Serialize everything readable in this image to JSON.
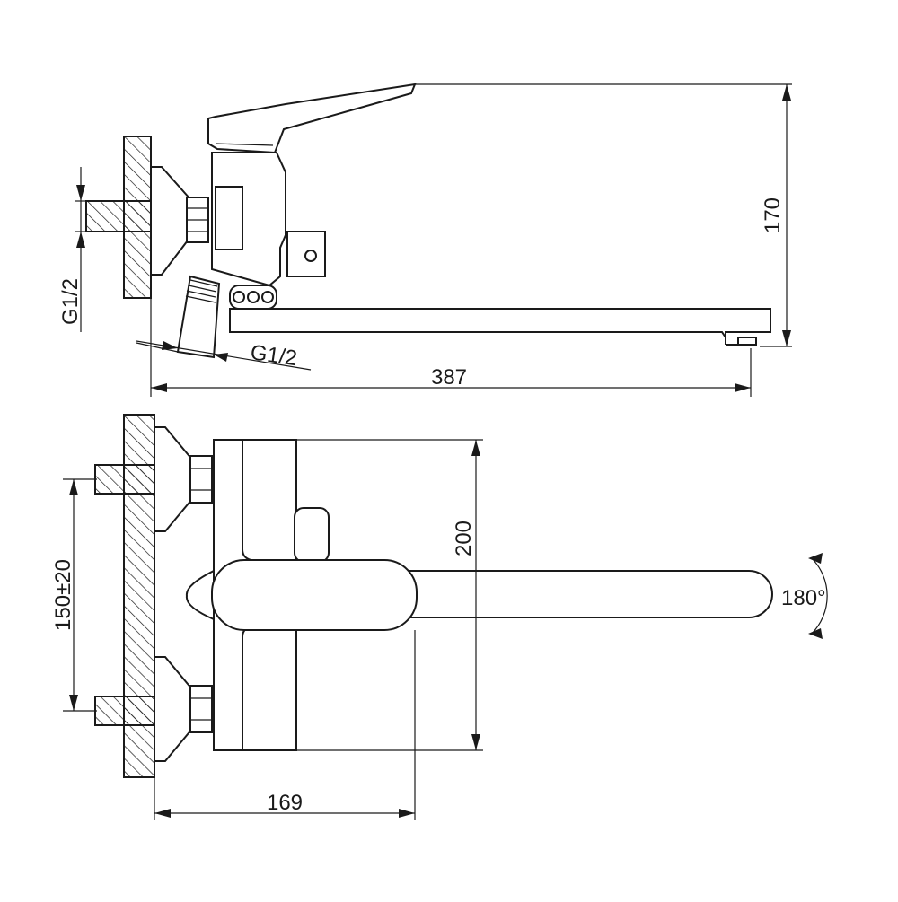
{
  "dimensions": {
    "thread_wall": "G1/2",
    "thread_hose": "G1/2",
    "overall_length": "387",
    "height": "170",
    "body_depth": "200",
    "inlet_spacing": "150±20",
    "wall_to_spout": "169",
    "rotation": "180°"
  },
  "colors": {
    "line": "#1a1a1a",
    "background": "#ffffff"
  }
}
